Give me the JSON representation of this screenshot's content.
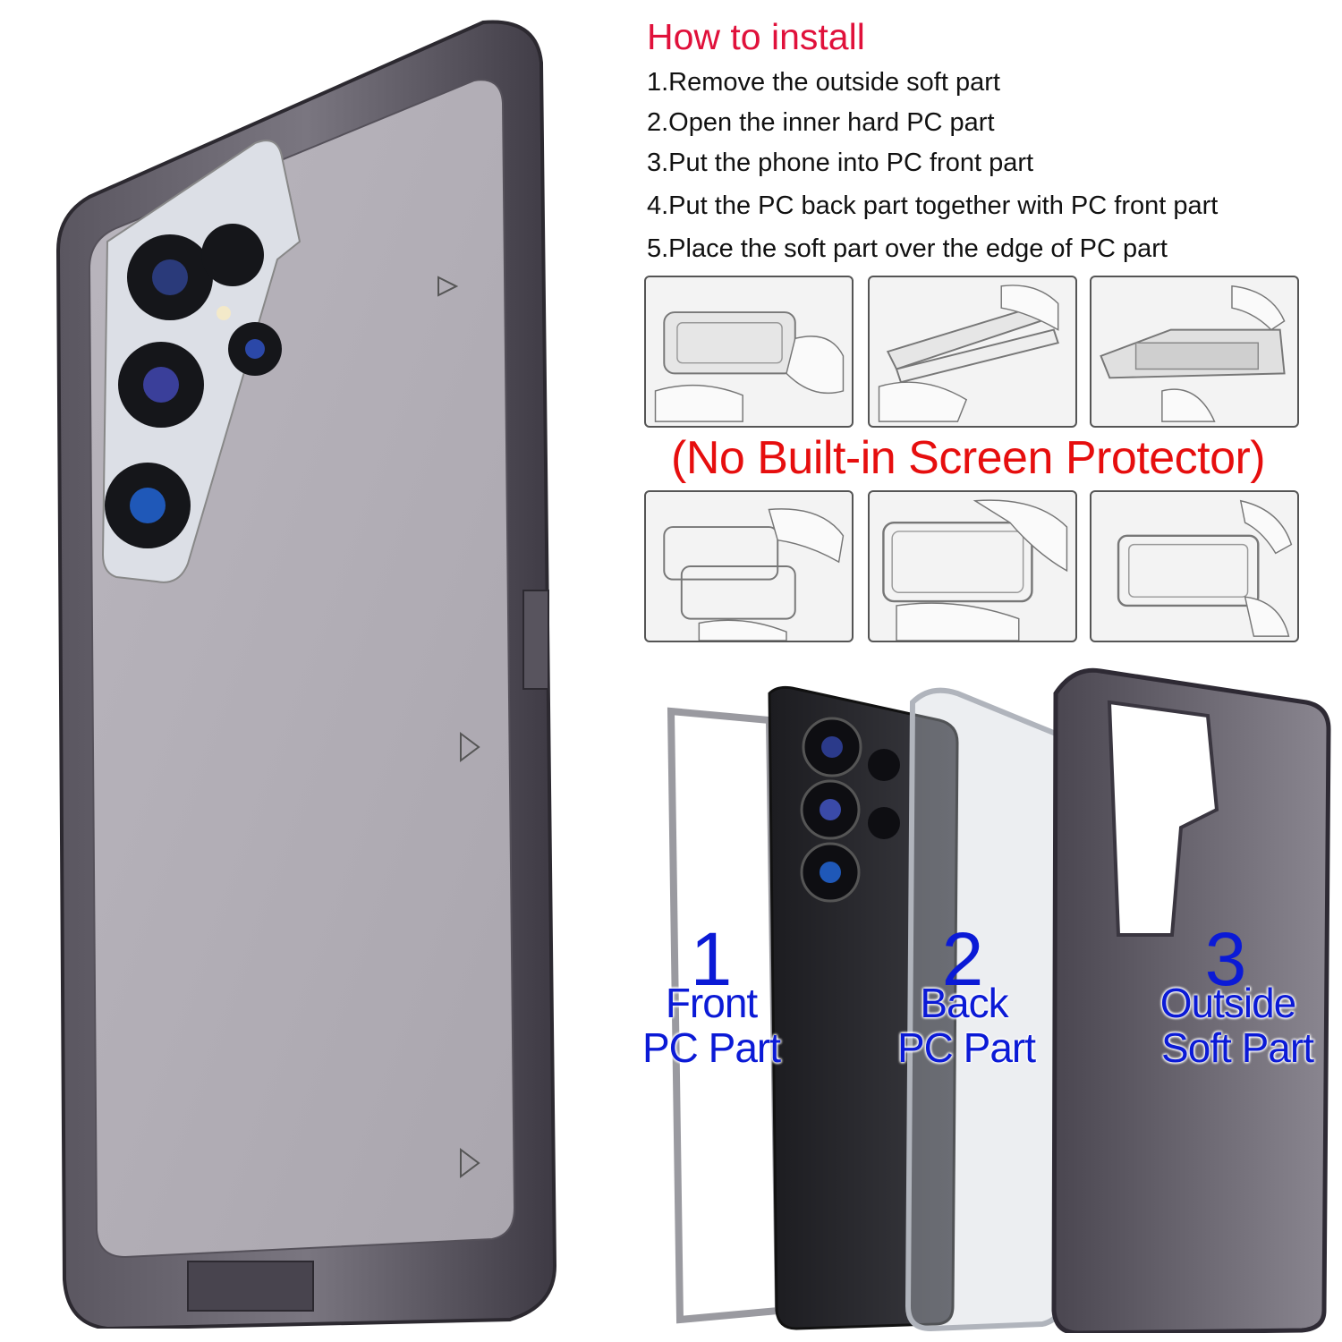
{
  "install": {
    "title": "How to install",
    "steps": [
      "1.Remove the outside soft part",
      "2.Open the inner hard PC part",
      "3.Put the phone into PC front part",
      "4.Put the PC back part together with PC front part",
      "5.Place the soft part over the edge of PC part"
    ],
    "warning": "(No Built-in Screen Protector)"
  },
  "parts": [
    {
      "number": "1",
      "line1": "Front",
      "line2": "PC Part"
    },
    {
      "number": "2",
      "line1": "Back",
      "line2": "PC Part"
    },
    {
      "number": "3",
      "line1": "Outside",
      "line2": "Soft Part"
    }
  ],
  "colors": {
    "title": "#e0113b",
    "warning": "#e60e0e",
    "part_labels": "#0b1ad6",
    "case_smoke": "#8a8a90"
  }
}
